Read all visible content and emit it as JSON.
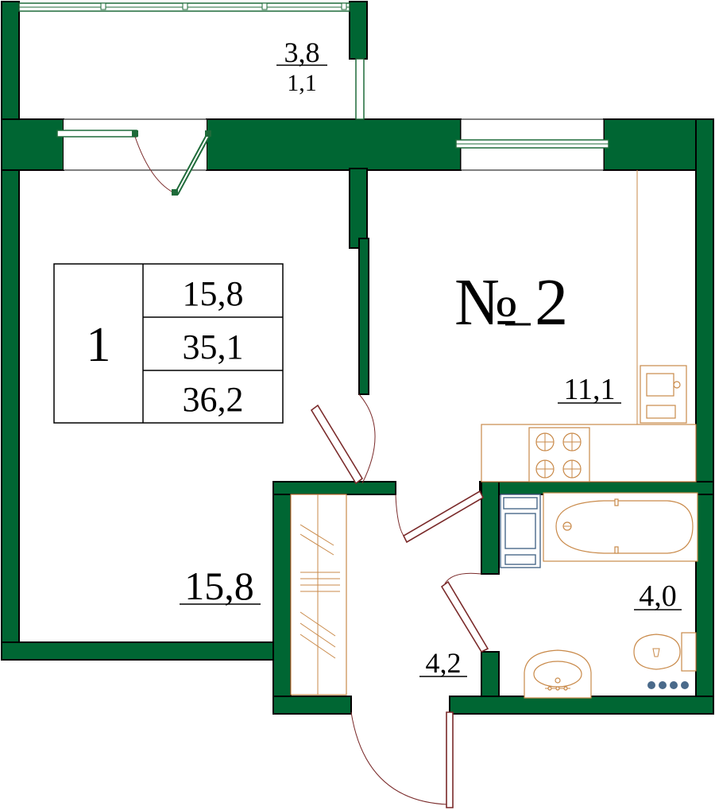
{
  "apartment": {
    "number_label": "№ 2",
    "rooms_count": "1",
    "summary": [
      "15,8",
      "35,1",
      "36,2"
    ]
  },
  "areas": {
    "balcony_main": "3,8",
    "balcony_sub": "1,1",
    "room": "15,8",
    "kitchen": "11,1",
    "hallway": "4,2",
    "bathroom": "4,0"
  },
  "colors": {
    "wall": "#006633",
    "fixtures": "#c98a4a",
    "doors": "#7a2a2a",
    "plumbing_blue": "#4a6a8a"
  }
}
